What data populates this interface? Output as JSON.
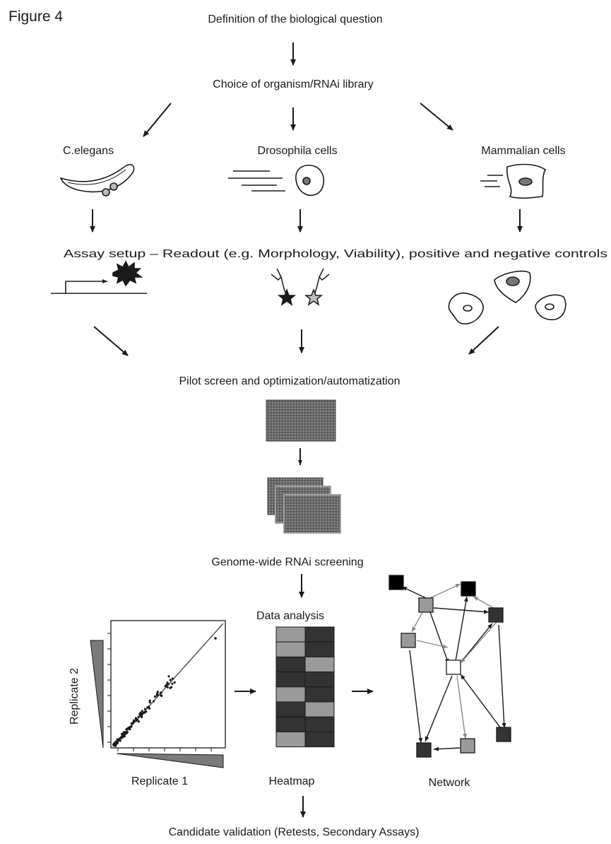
{
  "figure_label": "Figure 4",
  "steps": {
    "question": "Definition of the biological question",
    "choice": "Choice of organism/RNAi library",
    "organisms": [
      "C.elegans",
      "Drosophila cells",
      "Mammalian cells"
    ],
    "assay": "Assay setup – Readout (e.g. Morphology, Viability), positive and negative controls",
    "pilot": "Pilot screen and optimization/automatization",
    "genome": "Genome-wide RNAi screening",
    "analysis": "Data analysis",
    "validation": "Candidate validation (Retests, Secondary Assays)"
  },
  "panels": {
    "scatter_xlabel": "Replicate 1",
    "scatter_ylabel": "Replicate 2",
    "heatmap_label": "Heatmap",
    "network_label": "Network"
  },
  "colors": {
    "ink": "#1a1a1a",
    "dark_gray": "#333333",
    "mid_gray": "#9a9a9a",
    "plate": "#6e6e6e",
    "white": "#ffffff"
  },
  "heatmap": {
    "rows": 8,
    "cols": 2,
    "cells": [
      [
        "light",
        "dark"
      ],
      [
        "light",
        "dark"
      ],
      [
        "dark",
        "light"
      ],
      [
        "dark",
        "dark"
      ],
      [
        "light",
        "dark"
      ],
      [
        "dark",
        "light"
      ],
      [
        "dark",
        "dark"
      ],
      [
        "light",
        "dark"
      ]
    ]
  },
  "network": {
    "nodes": [
      {
        "id": "n1",
        "shade": "black"
      },
      {
        "id": "n2",
        "shade": "black"
      },
      {
        "id": "n3",
        "shade": "mid"
      },
      {
        "id": "n4",
        "shade": "dark"
      },
      {
        "id": "n5",
        "shade": "mid"
      },
      {
        "id": "n6",
        "shade": "white"
      },
      {
        "id": "n7",
        "shade": "dark"
      },
      {
        "id": "n8",
        "shade": "dark"
      },
      {
        "id": "n9",
        "shade": "mid"
      }
    ]
  }
}
